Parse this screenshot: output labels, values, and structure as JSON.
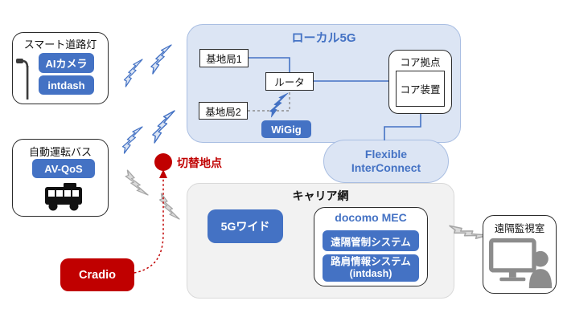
{
  "diagram": {
    "local5g": {
      "title": "ローカル5G",
      "base_station_1": "基地局1",
      "base_station_2": "基地局2",
      "router": "ルータ",
      "wigig": "WiGig",
      "core_site": "コア拠点",
      "core_device": "コア装置"
    },
    "flexible_interconnect": {
      "line1": "Flexible",
      "line2": "InterConnect"
    },
    "carrier": {
      "title": "キャリア網",
      "g5_wide": "5Gワイド",
      "docomo_mec": {
        "title": "docomo MEC",
        "remote_control_system": "遠隔管制システム",
        "road_info_system_line1": "路肩情報システム",
        "road_info_system_line2": "(intdash)"
      }
    },
    "streetlight": {
      "title": "スマート道路灯",
      "ai_camera": "AIカメラ",
      "intdash": "intdash"
    },
    "bus": {
      "title": "自動運転バス",
      "av_qos": "AV-QoS"
    },
    "switch_point_label": "切替地点",
    "cradio_label": "Cradio",
    "monitor_room": {
      "title": "遠隔監視室"
    },
    "colors": {
      "accent_blue": "#4472C4",
      "light_blue_fill": "#DCE5F4",
      "red": "#C00000",
      "gray_fill": "#D9D9D9"
    }
  }
}
